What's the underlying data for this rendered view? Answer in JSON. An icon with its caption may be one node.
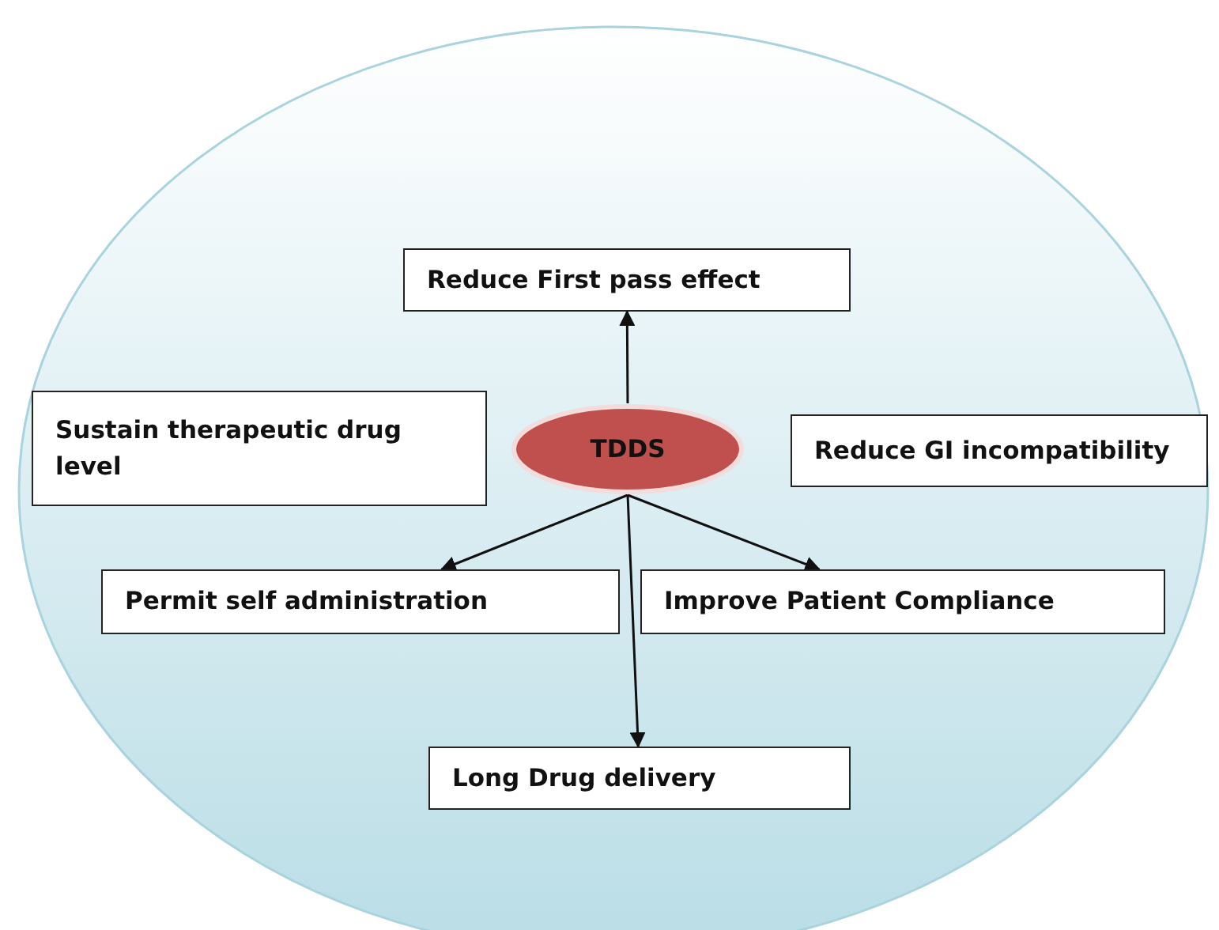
{
  "diagram": {
    "nodes": [
      {
        "text": [
          "TDDS"
        ]
      },
      {
        "text": [
          "Reduce First pass effect"
        ]
      },
      {
        "text": [
          "Sustain therapeutic drug level"
        ]
      },
      {
        "text": [
          "Reduce GI incompatibility"
        ]
      },
      {
        "text": [
          "Permit self administration"
        ]
      },
      {
        "text": [
          "Improve Patient Compliance"
        ]
      },
      {
        "text": [
          "Long Drug delivery"
        ]
      }
    ],
    "edges": [
      {
        "from": 0,
        "to": 1,
        "arrow": "to"
      },
      {
        "from": 0,
        "to": 4,
        "arrow": "to"
      },
      {
        "from": 0,
        "to": 5,
        "arrow": "to"
      },
      {
        "from": 0,
        "to": 6,
        "arrow": "to"
      }
    ]
  }
}
